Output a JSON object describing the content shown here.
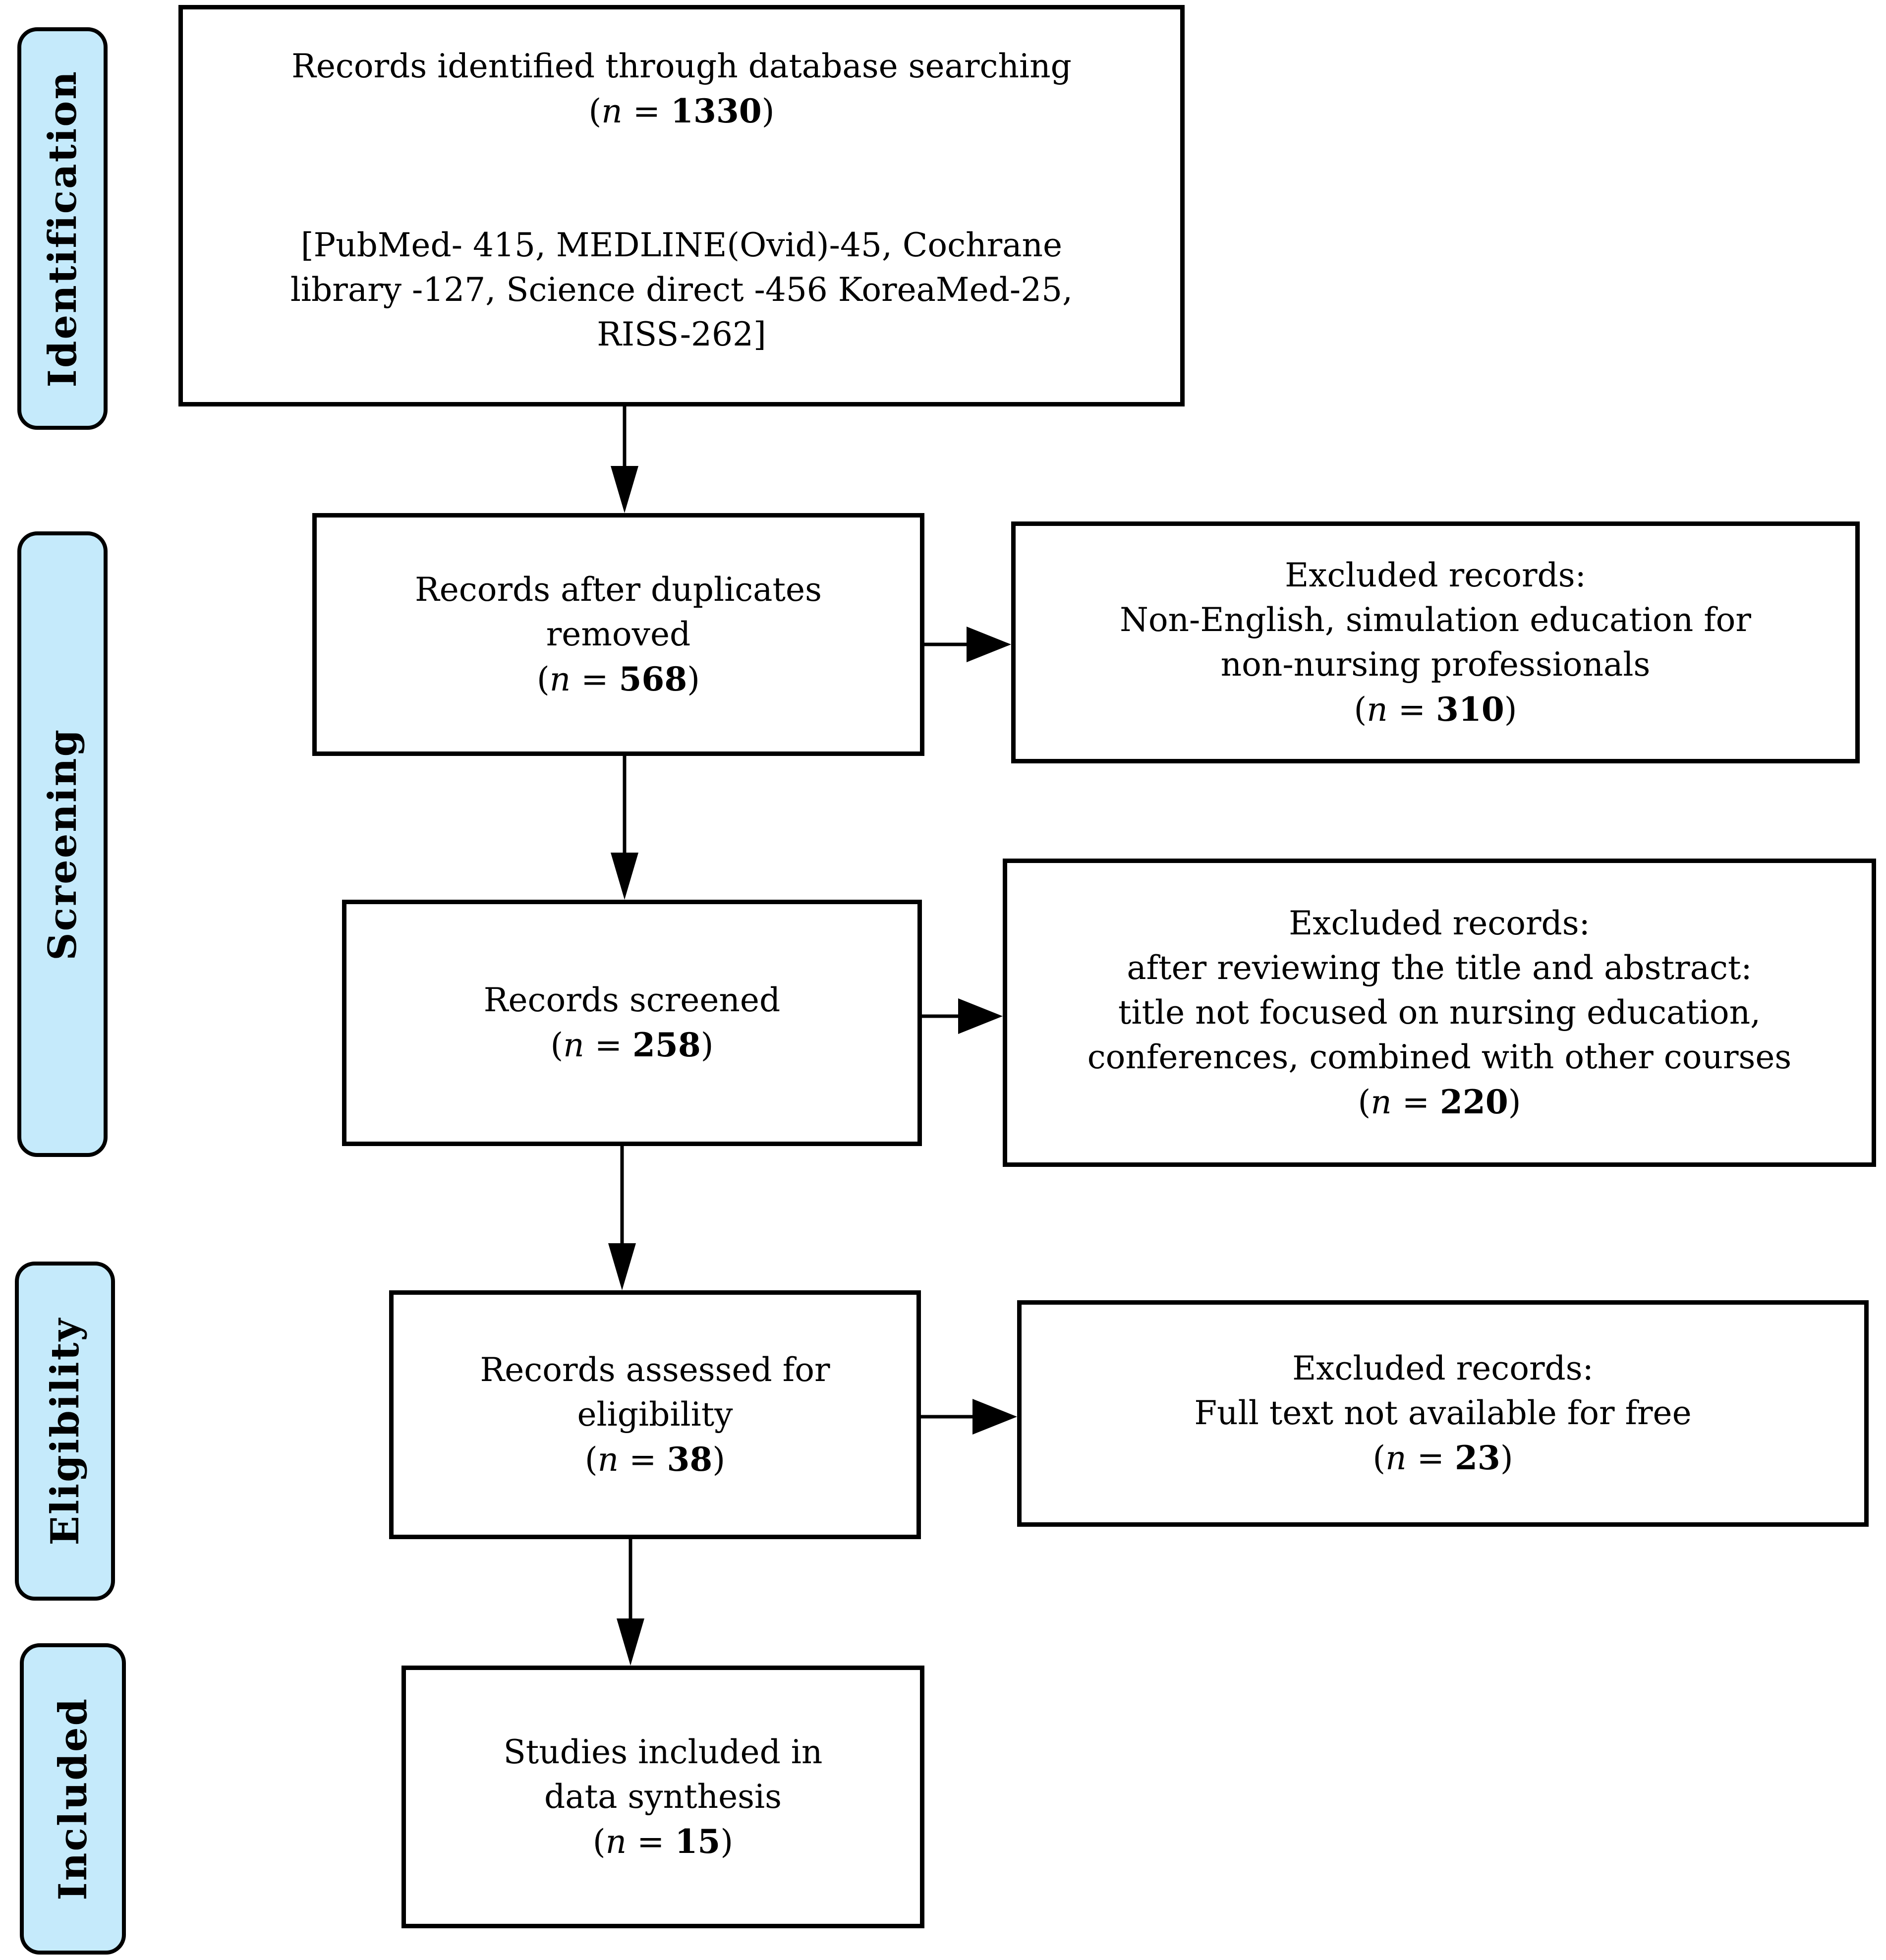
{
  "figure": {
    "type": "prisma-flow-diagram",
    "colors": {
      "stage_fill": "#c5eafb",
      "line": "#000000",
      "box_fill": "#ffffff"
    }
  },
  "stages": [
    {
      "id": "identification",
      "label": "Identification"
    },
    {
      "id": "screening",
      "label": "Screening"
    },
    {
      "id": "eligibility",
      "label": "Eligibility"
    },
    {
      "id": "included",
      "label": "Included"
    }
  ],
  "boxes": {
    "identified": {
      "lines": [
        "Records identified through database searching",
        "(n = 1330)",
        "",
        "",
        "[PubMed- 415, MEDLINE(Ovid)-45, Cochrane",
        "library -127, Science direct -456 KoreaMed-25,",
        "RISS-262]"
      ]
    },
    "duplicates_removed": {
      "lines": [
        "Records after duplicates",
        "removed",
        "(n = 568)"
      ]
    },
    "excluded_1": {
      "lines": [
        "Excluded records:",
        "Non-English, simulation education for",
        "non-nursing professionals",
        "(n = 310)"
      ]
    },
    "screened": {
      "lines": [
        "Records screened",
        "(n = 258)"
      ]
    },
    "excluded_2": {
      "lines": [
        "Excluded records:",
        "after reviewing the title and abstract:",
        "title not focused on nursing education,",
        "conferences, combined with other courses",
        "(n = 220)"
      ]
    },
    "assessed": {
      "lines": [
        "Records assessed for",
        "eligibility",
        "(n = 38)"
      ]
    },
    "excluded_3": {
      "lines": [
        "Excluded records:",
        "Full text not available for free",
        "(n = 23)"
      ]
    },
    "included_studies": {
      "lines": [
        "Studies included in",
        "data synthesis",
        "(n = 15)"
      ]
    }
  }
}
